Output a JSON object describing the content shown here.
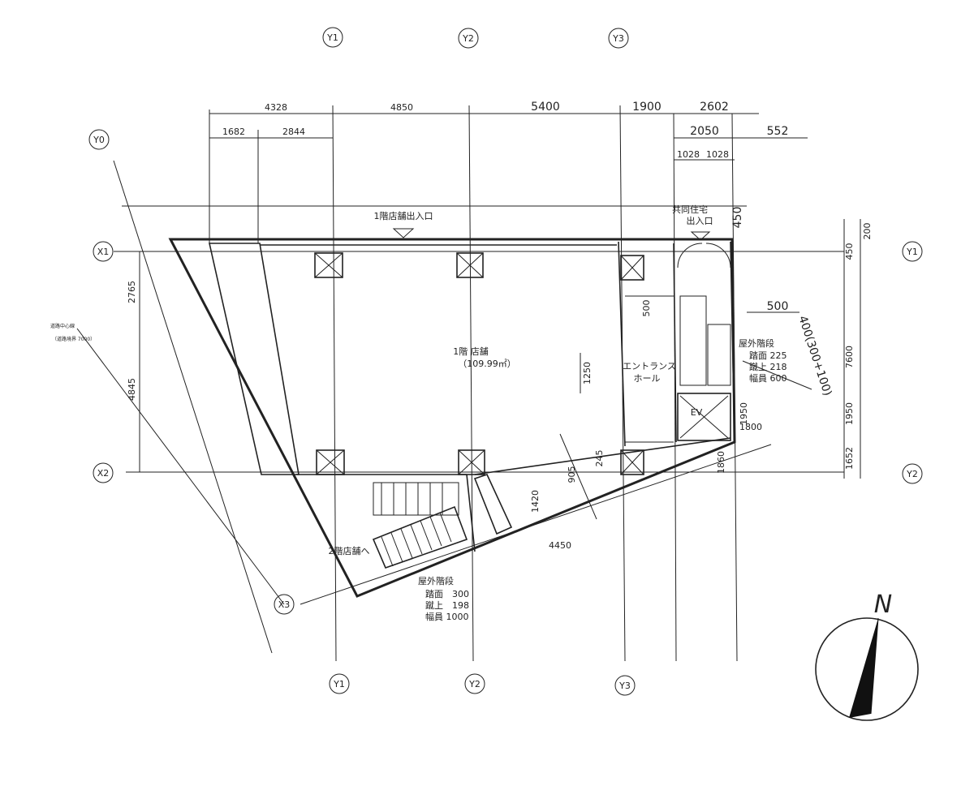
{
  "grid_labels": {
    "y1_top": "Y1",
    "y2_top": "Y2",
    "y3_top": "Y3",
    "y0": "Y0",
    "x1": "X1",
    "x2": "X2",
    "x3": "X3",
    "y1_right": "Y1",
    "y2_right": "Y2",
    "y1_bottom": "Y1",
    "y2_bottom": "Y2",
    "y3_bottom": "Y3"
  },
  "dimensions": {
    "top_row": [
      "4328",
      "4850",
      "5400",
      "1900",
      "2602"
    ],
    "second_row": [
      "1682",
      "2844",
      "2050",
      "552"
    ],
    "third_row": [
      "1028",
      "1028"
    ],
    "right_column": [
      "200",
      "450",
      "7600",
      "1950",
      "1652"
    ],
    "misc": {
      "d450": "450",
      "d500_side": "500",
      "d400": "400(300+100)",
      "d2765": "2765",
      "d4845": "4845",
      "d1250": "1250",
      "d500": "500",
      "d1800": "1800",
      "d1950": "1950",
      "d1860": "1860",
      "d245": "245",
      "d905": "905",
      "d1420": "1420",
      "d4450": "4450"
    }
  },
  "labels": {
    "entrance_shop": "1階店舗出入口",
    "entrance_housing_1": "共同住宅",
    "entrance_housing_2": "出入口",
    "shop_name": "1階 店舗",
    "shop_area": "（109.99㎡）",
    "hall_1": "エントランス",
    "hall_2": "ホール",
    "ev": "EV",
    "shop2": "2階店舗へ",
    "road_1": "道路中心線",
    "road_2": "（道路境界 7000）"
  },
  "stairs_right": {
    "title": "屋外階段",
    "rows": [
      "踏面 225",
      "蹴上 218",
      "幅員 600"
    ]
  },
  "stairs_bottom": {
    "title": "屋外階段",
    "rows": [
      "踏面　300",
      "蹴上　198",
      "幅員 1000"
    ]
  },
  "compass": {
    "label": "N"
  }
}
